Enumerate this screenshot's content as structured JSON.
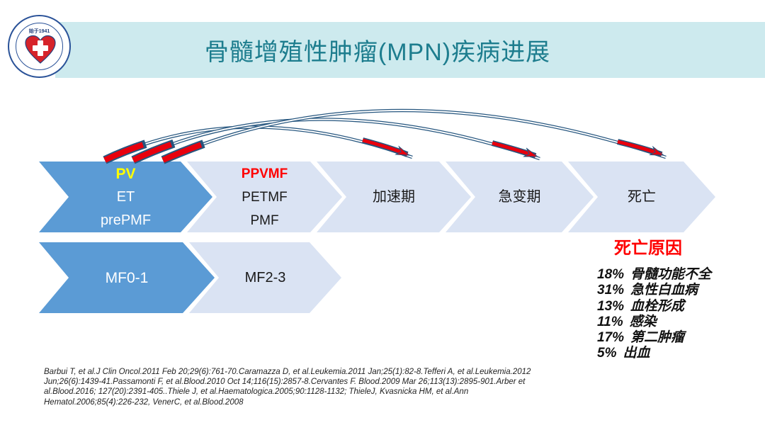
{
  "slide": {
    "title": "骨髓增殖性肿瘤(MPN)疾病进展",
    "logo_banner": "始于1941"
  },
  "flow": {
    "row1": [
      {
        "name": "stage-pv-et-prepmf",
        "lines": [
          "PV",
          "ET",
          "prePMF"
        ]
      },
      {
        "name": "stage-ppvmf-petmf-pmf",
        "lines": [
          "PPVMF",
          "PETMF",
          "PMF"
        ]
      },
      {
        "name": "stage-accelerated",
        "lines": [
          "加速期"
        ]
      },
      {
        "name": "stage-blast",
        "lines": [
          "急变期"
        ]
      },
      {
        "name": "stage-death",
        "lines": [
          "死亡"
        ]
      }
    ],
    "row2": [
      {
        "name": "stage-mf0-1",
        "lines": [
          "MF0-1"
        ]
      },
      {
        "name": "stage-mf2-3",
        "lines": [
          "MF2-3"
        ]
      }
    ],
    "arcs": [
      {
        "to": "加速期"
      },
      {
        "to": "急变期"
      },
      {
        "to": "死亡"
      }
    ]
  },
  "death_causes": {
    "title": "死亡原因",
    "items": [
      {
        "pct": "18%",
        "label": "骨髓功能不全"
      },
      {
        "pct": "31%",
        "label": "急性白血病"
      },
      {
        "pct": "13%",
        "label": "血栓形成"
      },
      {
        "pct": "11%",
        "label": "感染"
      },
      {
        "pct": "17%",
        "label": "第二肿瘤"
      },
      {
        "pct": "5%",
        "label": "出血"
      }
    ]
  },
  "references": {
    "lines": [
      "Barbui T, et al.J Clin Oncol.2011 Feb 20;29(6):761-70.Caramazza D, et al.Leukemia.2011 Jan;25(1):82-8.Tefferi A, et al.Leukemia.2012",
      "Jun;26(6):1439-41.Passamonti F, et al.Blood.2010 Oct 14;116(15):2857-8.Cervantes F. Blood.2009 Mar 26;113(13):2895-901.Arber et",
      "al.Blood.2016; 127(20):2391-405..Thiele J, et al.Haematologica.2005;90:1128-1132; ThieleJ, Kvasnicka HM, et al.Ann",
      "Hematol.2006;85(4):226-232, VenerC, et al.Blood.2008"
    ]
  },
  "colors": {
    "title_bar_bg": "#cdeaee",
    "title_text": "#1d7d8e",
    "arrow_primary_blue": "#5b9bd5",
    "arrow_secondary_light": "#dae3f3",
    "highlight_yellow": "#ffff00",
    "highlight_red": "#ff0000",
    "arc_outline_blue": "#26567f",
    "arc_red": "#e8000d"
  }
}
